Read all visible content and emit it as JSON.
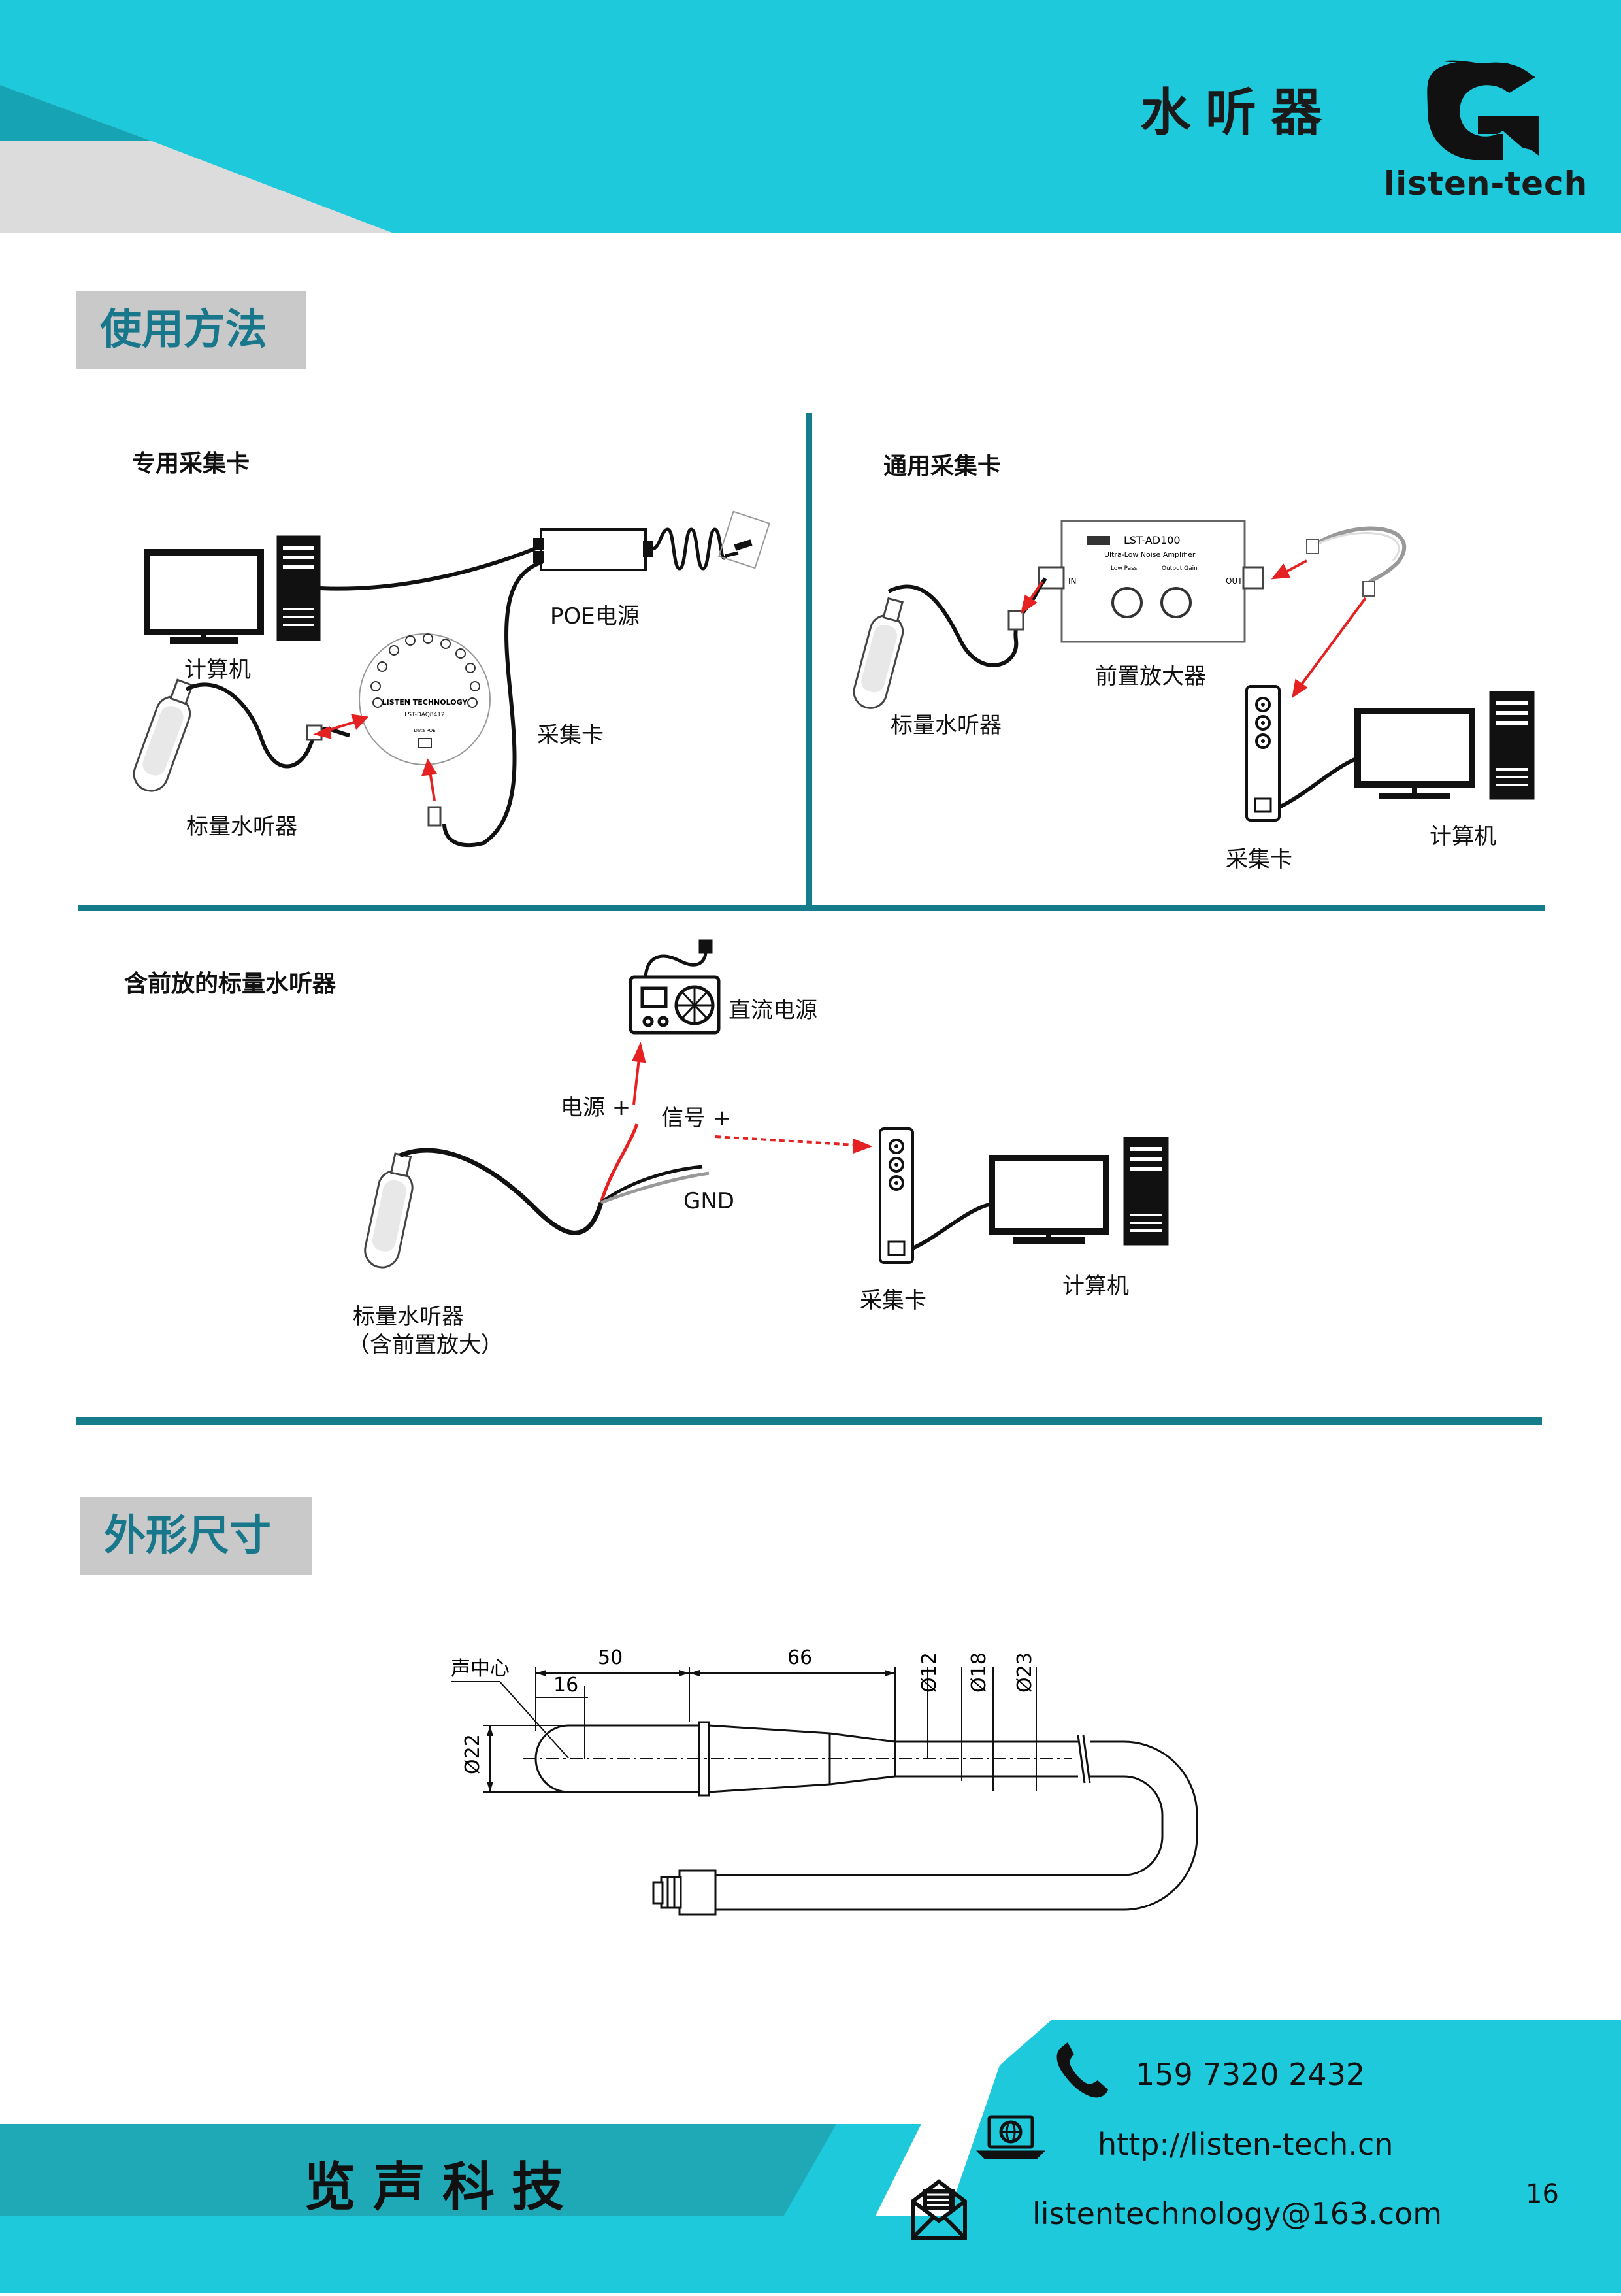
{
  "header": {
    "title": "水听器",
    "logo_text": "listen-tech"
  },
  "sections": {
    "usage": {
      "heading": "使用方法"
    },
    "dimensions": {
      "heading": "外形尺寸"
    }
  },
  "panel_dedicated": {
    "title": "专用采集卡",
    "computer": "计算机",
    "poe": "POE电源",
    "card": "采集卡",
    "hydrophone": "标量水听器",
    "card_brand": "LISTEN TECHNOLOGY",
    "card_model": "LST-DAQ8412",
    "card_port": "Data POE"
  },
  "panel_general": {
    "title": "通用采集卡",
    "preamp": "前置放大器",
    "hydrophone": "标量水听器",
    "card": "采集卡",
    "computer": "计算机",
    "amp_model": "LST-AD100",
    "amp_subtitle": "Ultra-Low Noise Amplifier",
    "amp_lowpass": "Low Pass",
    "amp_gain": "Output Gain",
    "amp_in": "IN",
    "amp_out": "OUT"
  },
  "panel_preamp": {
    "title": "含前放的标量水听器",
    "dc_power": "直流电源",
    "power_plus": "电源 +",
    "signal_plus": "信号 +",
    "gnd": "GND",
    "hydrophone_line1": "标量水听器",
    "hydrophone_line2": "（含前置放大）",
    "card": "采集卡",
    "computer": "计算机"
  },
  "drawing": {
    "acoustic_center": "声中心",
    "dim_50": "50",
    "dim_66": "66",
    "dim_16": "16",
    "dim_d22": "Ø22",
    "dim_d12": "Ø12",
    "dim_d18": "Ø18",
    "dim_d23": "Ø23"
  },
  "footer": {
    "brand": "览声科技",
    "phone": "159 7320 2432",
    "website": "http://listen-tech.cn",
    "email": "listentechnology@163.com",
    "page_number": "16"
  },
  "colors": {
    "cyan": "#1ec9dc",
    "teal_dark": "#138a99",
    "divider": "#147c8a",
    "heading_bg": "#c9c9c9",
    "heading_text": "#18778a",
    "arrow_red": "#e52121"
  }
}
